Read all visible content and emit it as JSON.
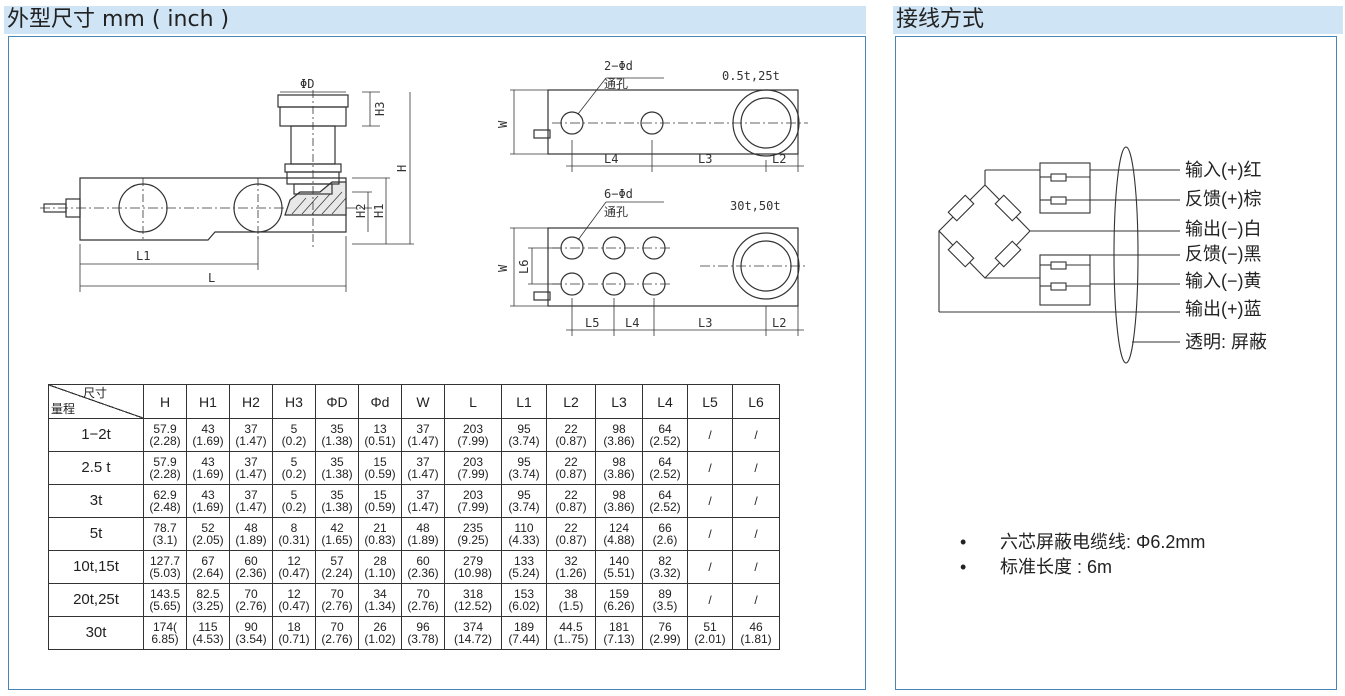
{
  "left_panel": {
    "title": "外型尺寸 mm ( inch )"
  },
  "right_panel": {
    "title": "接线方式"
  },
  "drawing": {
    "labels": {
      "phiD": "ΦD",
      "h3": "H3",
      "h": "H",
      "h2": "H2",
      "h1": "H1",
      "l1": "L1",
      "l": "L",
      "w1": "W",
      "w2": "W",
      "l6": "L6",
      "hole_count_top": "2−Φd",
      "hole_note_top": "通孔",
      "capacity_top": "0.5t,25t",
      "l4_top": "L4",
      "l3_top": "L3",
      "l2_top": "L2",
      "hole_count_bottom": "6−Φd",
      "hole_note_bottom": "通孔",
      "capacity_bottom": "30t,50t",
      "l5_bottom": "L5",
      "l4_bottom": "L4",
      "l3_bottom": "L3",
      "l2_bottom": "L2"
    }
  },
  "table": {
    "corner_top": "尺寸",
    "corner_bottom": "量程",
    "headers": [
      "H",
      "H1",
      "H2",
      "H3",
      "ΦD",
      "Φd",
      "W",
      "L",
      "L1",
      "L2",
      "L3",
      "L4",
      "L5",
      "L6"
    ],
    "rows": [
      {
        "range": "1−2t",
        "cells": [
          [
            "57.9",
            "(2.28)"
          ],
          [
            "43",
            "(1.69)"
          ],
          [
            "37",
            "(1.47)"
          ],
          [
            "5",
            "(0.2)"
          ],
          [
            "35",
            "(1.38)"
          ],
          [
            "13",
            "(0.51)"
          ],
          [
            "37",
            "(1.47)"
          ],
          [
            "203",
            "(7.99)"
          ],
          [
            "95",
            "(3.74)"
          ],
          [
            "22",
            "(0.87)"
          ],
          [
            "98",
            "(3.86)"
          ],
          [
            "64",
            "(2.52)"
          ],
          [
            "/",
            ""
          ],
          [
            "/",
            ""
          ]
        ]
      },
      {
        "range": "2.5 t",
        "cells": [
          [
            "57.9",
            "(2.28)"
          ],
          [
            "43",
            "(1.69)"
          ],
          [
            "37",
            "(1.47)"
          ],
          [
            "5",
            "(0.2)"
          ],
          [
            "35",
            "(1.38)"
          ],
          [
            "15",
            "(0.59)"
          ],
          [
            "37",
            "(1.47)"
          ],
          [
            "203",
            "(7.99)"
          ],
          [
            "95",
            "(3.74)"
          ],
          [
            "22",
            "(0.87)"
          ],
          [
            "98",
            "(3.86)"
          ],
          [
            "64",
            "(2.52)"
          ],
          [
            "/",
            ""
          ],
          [
            "/",
            ""
          ]
        ]
      },
      {
        "range": "3t",
        "cells": [
          [
            "62.9",
            "(2.48)"
          ],
          [
            "43",
            "(1.69)"
          ],
          [
            "37",
            "(1.47)"
          ],
          [
            "5",
            "(0.2)"
          ],
          [
            "35",
            "(1.38)"
          ],
          [
            "15",
            "(0.59)"
          ],
          [
            "37",
            "(1.47)"
          ],
          [
            "203",
            "(7.99)"
          ],
          [
            "95",
            "(3.74)"
          ],
          [
            "22",
            "(0.87)"
          ],
          [
            "98",
            "(3.86)"
          ],
          [
            "64",
            "(2.52)"
          ],
          [
            "/",
            ""
          ],
          [
            "/",
            ""
          ]
        ]
      },
      {
        "range": "5t",
        "cells": [
          [
            "78.7",
            "(3.1)"
          ],
          [
            "52",
            "(2.05)"
          ],
          [
            "48",
            "(1.89)"
          ],
          [
            "8",
            "(0.31)"
          ],
          [
            "42",
            "(1.65)"
          ],
          [
            "21",
            "(0.83)"
          ],
          [
            "48",
            "(1.89)"
          ],
          [
            "235",
            "(9.25)"
          ],
          [
            "110",
            "(4.33)"
          ],
          [
            "22",
            "(0.87)"
          ],
          [
            "124",
            "(4.88)"
          ],
          [
            "66",
            "(2.6)"
          ],
          [
            "/",
            ""
          ],
          [
            "/",
            ""
          ]
        ]
      },
      {
        "range": "10t,15t",
        "cells": [
          [
            "127.7",
            "(5.03)"
          ],
          [
            "67",
            "(2.64)"
          ],
          [
            "60",
            "(2.36)"
          ],
          [
            "12",
            "(0.47)"
          ],
          [
            "57",
            "(2.24)"
          ],
          [
            "28",
            "(1.10)"
          ],
          [
            "60",
            "(2.36)"
          ],
          [
            "279",
            "(10.98)"
          ],
          [
            "133",
            "(5.24)"
          ],
          [
            "32",
            "(1.26)"
          ],
          [
            "140",
            "(5.51)"
          ],
          [
            "82",
            "(3.32)"
          ],
          [
            "/",
            ""
          ],
          [
            "/",
            ""
          ]
        ]
      },
      {
        "range": "20t,25t",
        "cells": [
          [
            "143.5",
            "(5.65)"
          ],
          [
            "82.5",
            "(3.25)"
          ],
          [
            "70",
            "(2.76)"
          ],
          [
            "12",
            "(0.47)"
          ],
          [
            "70",
            "(2.76)"
          ],
          [
            "34",
            "(1.34)"
          ],
          [
            "70",
            "(2.76)"
          ],
          [
            "318",
            "(12.52)"
          ],
          [
            "153",
            "(6.02)"
          ],
          [
            "38",
            "(1.5)"
          ],
          [
            "159",
            "(6.26)"
          ],
          [
            "89",
            "(3.5)"
          ],
          [
            "/",
            ""
          ],
          [
            "/",
            ""
          ]
        ]
      },
      {
        "range": "30t",
        "cells": [
          [
            "174(",
            "6.85)"
          ],
          [
            "115",
            "(4.53)"
          ],
          [
            "90",
            "(3.54)"
          ],
          [
            "18",
            "(0.71)"
          ],
          [
            "70",
            "(2.76)"
          ],
          [
            "26",
            "(1.02)"
          ],
          [
            "96",
            "(3.78)"
          ],
          [
            "374",
            "(14.72)"
          ],
          [
            "189",
            "(7.44)"
          ],
          [
            "44.5",
            "(1..75)"
          ],
          [
            "181",
            "(7.13)"
          ],
          [
            "76",
            "(2.99)"
          ],
          [
            "51",
            "(2.01)"
          ],
          [
            "46",
            "(1.81)"
          ]
        ]
      }
    ]
  },
  "wiring": {
    "labels": [
      "输入(+)红",
      "反馈(+)棕",
      "输出(−)白",
      "反馈(−)黑",
      "输入(−)黄",
      "输出(+)蓝",
      "透明: 屏蔽"
    ]
  },
  "notes": {
    "bullet": "•",
    "items": [
      "六芯屏蔽电缆线: Φ6.2mm",
      "标准长度 : 6m"
    ]
  }
}
